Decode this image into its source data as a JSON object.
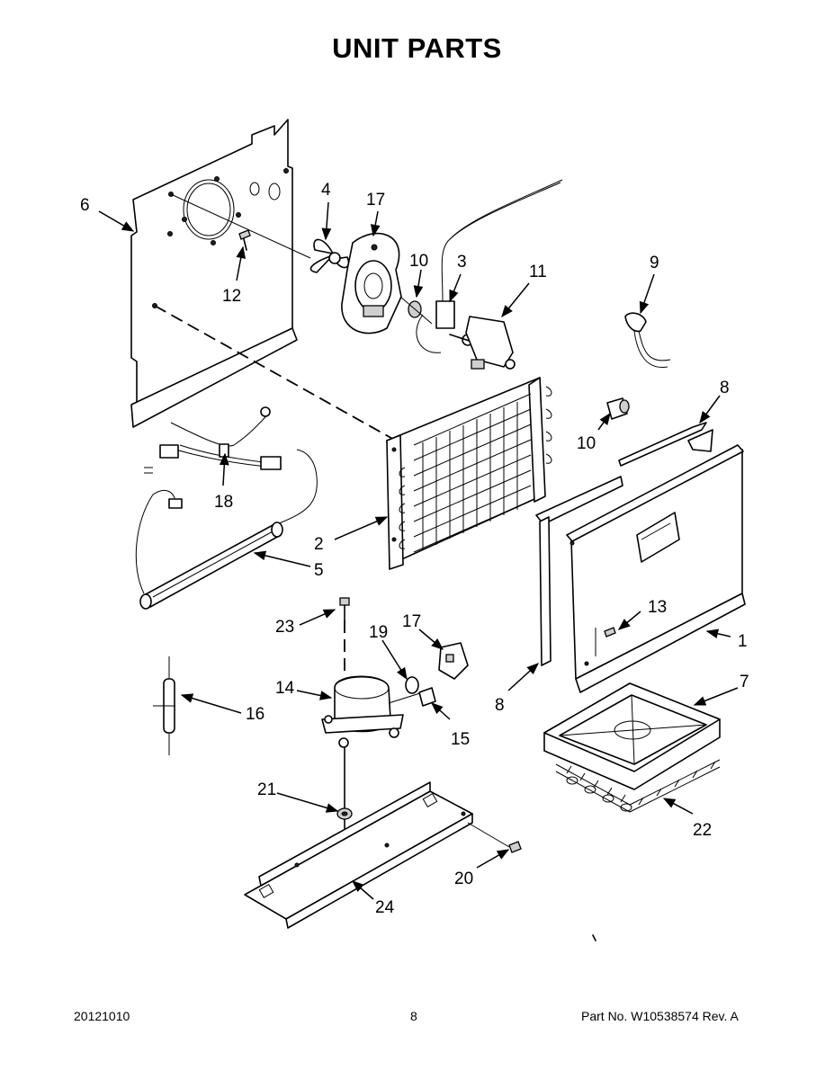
{
  "title": "UNIT PARTS",
  "callouts": {
    "c1": "1",
    "c2": "2",
    "c3": "3",
    "c4": "4",
    "c5": "5",
    "c6": "6",
    "c7": "7",
    "c8a": "8",
    "c8b": "8",
    "c9": "9",
    "c10a": "10",
    "c10b": "10",
    "c11": "11",
    "c12": "12",
    "c13": "13",
    "c14": "14",
    "c15": "15",
    "c16": "16",
    "c17a": "17",
    "c17b": "17",
    "c18": "18",
    "c19": "19",
    "c20": "20",
    "c21": "21",
    "c22": "22",
    "c23": "23",
    "c24": "24"
  },
  "footer": {
    "date": "20121010",
    "page": "8",
    "part": "Part No.  W10538574  Rev.  A"
  }
}
